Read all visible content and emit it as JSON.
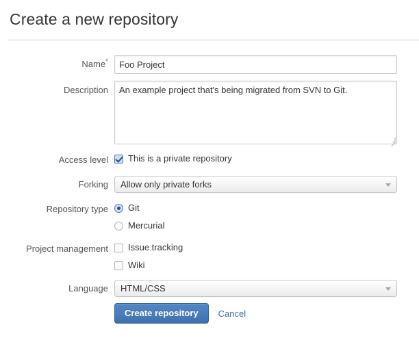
{
  "header": {
    "title": "Create a new repository"
  },
  "form": {
    "name": {
      "label": "Name",
      "required_marker": "*",
      "value": "Foo Project",
      "placeholder": ""
    },
    "description": {
      "label": "Description",
      "value": "An example project that's being migrated from SVN to Git.",
      "placeholder": ""
    },
    "access_level": {
      "label": "Access level",
      "checkbox_label": "This is a private repository",
      "checked": true
    },
    "forking": {
      "label": "Forking",
      "selected": "Allow only private forks"
    },
    "repository_type": {
      "label": "Repository type",
      "options": [
        {
          "label": "Git",
          "selected": true
        },
        {
          "label": "Mercurial",
          "selected": false
        }
      ]
    },
    "project_management": {
      "label": "Project management",
      "options": [
        {
          "label": "Issue tracking",
          "checked": false
        },
        {
          "label": "Wiki",
          "checked": false
        }
      ]
    },
    "language": {
      "label": "Language",
      "selected": "HTML/CSS"
    },
    "actions": {
      "submit_label": "Create repository",
      "cancel_label": "Cancel"
    }
  },
  "colors": {
    "accent": "#4a7fbf",
    "link": "#3a6ea5",
    "required": "#d9472f",
    "label_text": "#555555",
    "body_text": "#333333",
    "border": "#cccccc"
  }
}
